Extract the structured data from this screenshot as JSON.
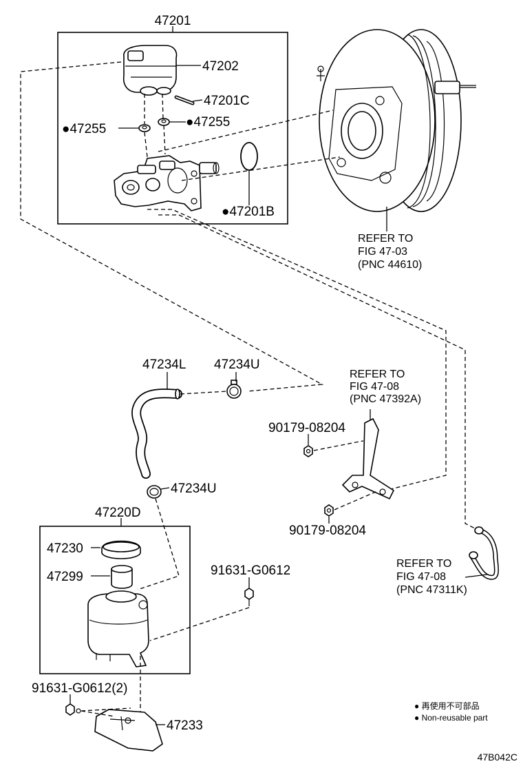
{
  "labels": {
    "assy": "47201",
    "reservoir_sub": "47202",
    "pin": "47201C",
    "grommet_left": "●47255",
    "grommet_right": "●47255",
    "oring": "●47201B",
    "refer_booster": [
      "REFER TO",
      "FIG 47-03",
      "(PNC 44610)"
    ],
    "hose": "47234L",
    "clip_top": "47234U",
    "clip_bottom": "47234U",
    "refer_bracket": [
      "REFER TO",
      "FIG 47-08",
      "(PNC 47392A)"
    ],
    "nut_top": "90179-08204",
    "nut_bottom": "90179-08204",
    "tank_assy": "47220D",
    "cap": "47230",
    "strainer": "47299",
    "bolt_single": "91631-G0612",
    "refer_tube": [
      "REFER TO",
      "FIG 47-08",
      "(PNC 47311K)"
    ],
    "bolt_double": "91631-G0612(2)",
    "bracket": "47233"
  },
  "legend": {
    "line1": "● 再使用不可部品",
    "line2": "● Non-reusable part"
  },
  "figure_code": "47B042C"
}
